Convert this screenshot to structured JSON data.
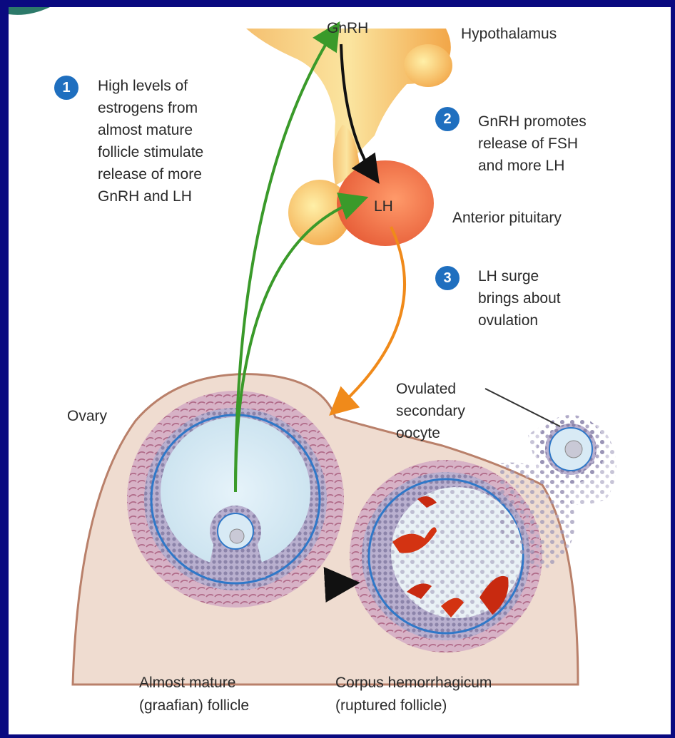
{
  "labels": {
    "gnrh": "GnRH",
    "hypothalamus": "Hypothalamus",
    "lh": "LH",
    "anterior_pituitary": "Anterior pituitary",
    "ovary": "Ovary",
    "ovulated_oocyte": "Ovulated\nsecondary\noocyte",
    "mature_follicle": "Almost mature\n(graafian) follicle",
    "corpus_hemorrhagicum": "Corpus hemorrhagicum\n(ruptured follicle)"
  },
  "steps": [
    {
      "number": "1",
      "text": "High levels of\nestrogens from\nalmost mature\nfollicle stimulate\nrelease of more\nGnRH and LH"
    },
    {
      "number": "2",
      "text": "GnRH promotes\nrelease of FSH\nand more LH"
    },
    {
      "number": "3",
      "text": "LH surge\nbrings about\novulation"
    }
  ],
  "colors": {
    "background": "#0a0a80",
    "panel": "#ffffff",
    "step_badge": "#1f6fbf",
    "estrogen_arrow": "#3a9a2a",
    "lh_arrow": "#f08a1a",
    "gnrh_arrow": "#111111",
    "pituitary": "#f0a050",
    "ovary_tissue": "#efdcd0"
  }
}
